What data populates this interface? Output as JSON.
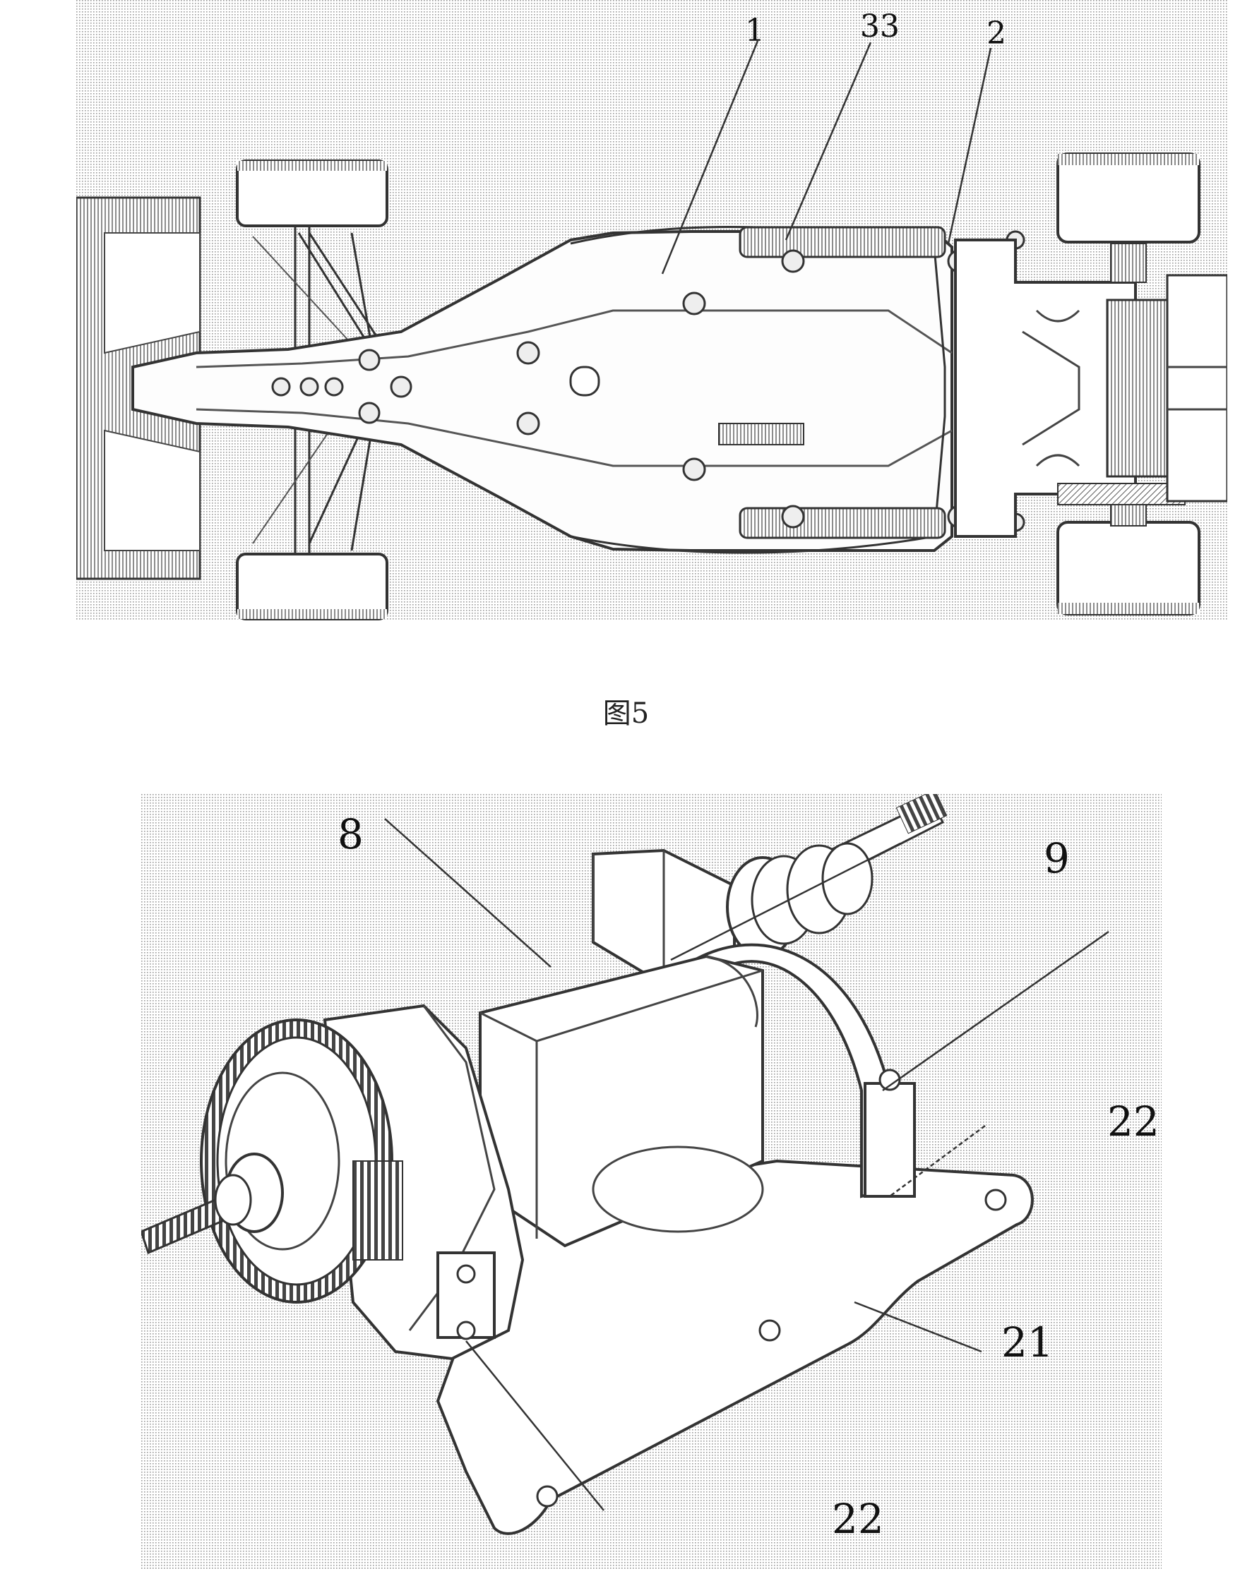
{
  "figure5": {
    "caption": "图5",
    "callouts": {
      "c1": "1",
      "c33": "33",
      "c2": "2"
    }
  },
  "figure6": {
    "callouts": {
      "c8": "8",
      "c9": "9",
      "c22a": "22",
      "c21": "21",
      "c22b": "22"
    }
  }
}
